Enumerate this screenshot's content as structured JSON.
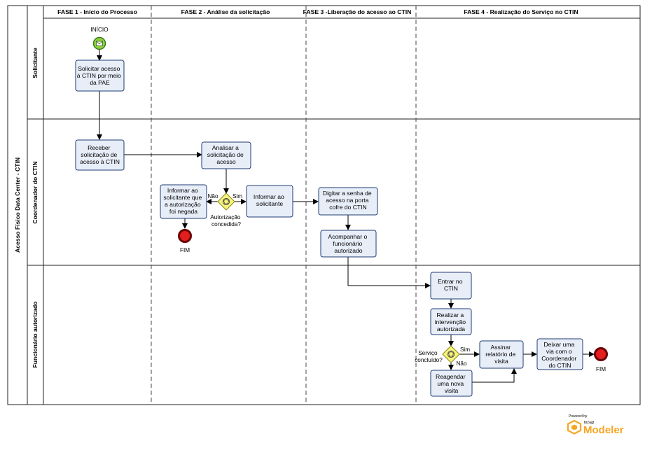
{
  "pool": {
    "title": "Acesso Físico Data Center - CTIN"
  },
  "phases": [
    "FASE 1 - Início do Processo",
    "FASE 2 - Análise da solicitação",
    "FASE 3 -Liberação do acesso ao CTIN",
    "FASE 4 - Realização do Serviço no CTIN"
  ],
  "lanes": [
    "Solicitante",
    "Coordenador do CTIN",
    "Funcionário autorizado"
  ],
  "events": {
    "start_label": "INÍCIO",
    "end1_label": "FIM",
    "end2_label": "FIM"
  },
  "tasks": {
    "solicitar": [
      "Solicitar acesso",
      "à CTIN por meio",
      "da PAE"
    ],
    "receber": [
      "Receber",
      "solicitação de",
      "acesso à CTIN"
    ],
    "analisar": [
      "Analisar a",
      "solicitação de",
      "acesso"
    ],
    "informar_negada": [
      "Informar ao",
      "solicitante que",
      "a autorização",
      "foi negada"
    ],
    "informar_sim": [
      "Informar ao",
      "solicitante"
    ],
    "digitar": [
      "Digitar a senha de",
      "acesso na porta",
      "cofre do CTIN"
    ],
    "acompanhar": [
      "Acompanhar o",
      "funcionário",
      "autorizado"
    ],
    "entrar": [
      "Entrar no",
      "CTIN"
    ],
    "realizar": [
      "Realizar a",
      "intervenção",
      "autorizada"
    ],
    "assinar": [
      "Assinar",
      "relatório de",
      "visita"
    ],
    "reagendar": [
      "Reagendar",
      "uma nova",
      "visita"
    ],
    "deixar": [
      "Deixar uma",
      "via com o",
      "Coordenador",
      "do CTIN"
    ]
  },
  "gateways": {
    "autorizacao": [
      "Autorização",
      "concedida?"
    ],
    "autorizacao_no": "Não",
    "autorizacao_yes": "Sim",
    "servico": [
      "Serviço",
      "concluído?"
    ],
    "servico_yes": "Sim",
    "servico_no": "Não"
  },
  "branding": {
    "powered_by": "Powered by",
    "small_name": "bizagi",
    "product": "Modeler",
    "accent": "#f5a623"
  },
  "colors": {
    "task_fill": "#e8eef8",
    "task_stroke": "#1f3b73",
    "start_fill": "#8ed23f",
    "end_fill": "#e21e1e",
    "gateway_fill": "#f7f37a"
  }
}
